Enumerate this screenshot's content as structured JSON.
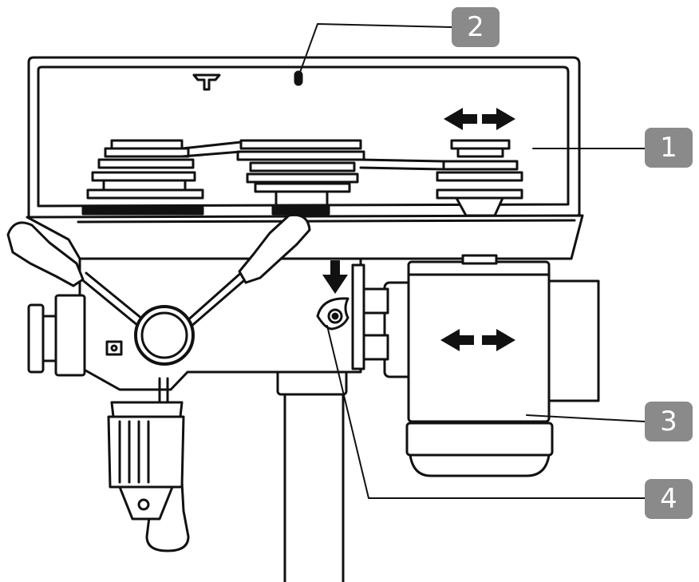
{
  "callouts": {
    "c1": "1",
    "c2": "2",
    "c3": "3",
    "c4": "4"
  },
  "colors": {
    "line": "#111111",
    "callout_bg": "#8a8a8a",
    "callout_text": "#ffffff"
  },
  "icons": [
    "double-arrow-icon",
    "down-arrow-icon"
  ]
}
